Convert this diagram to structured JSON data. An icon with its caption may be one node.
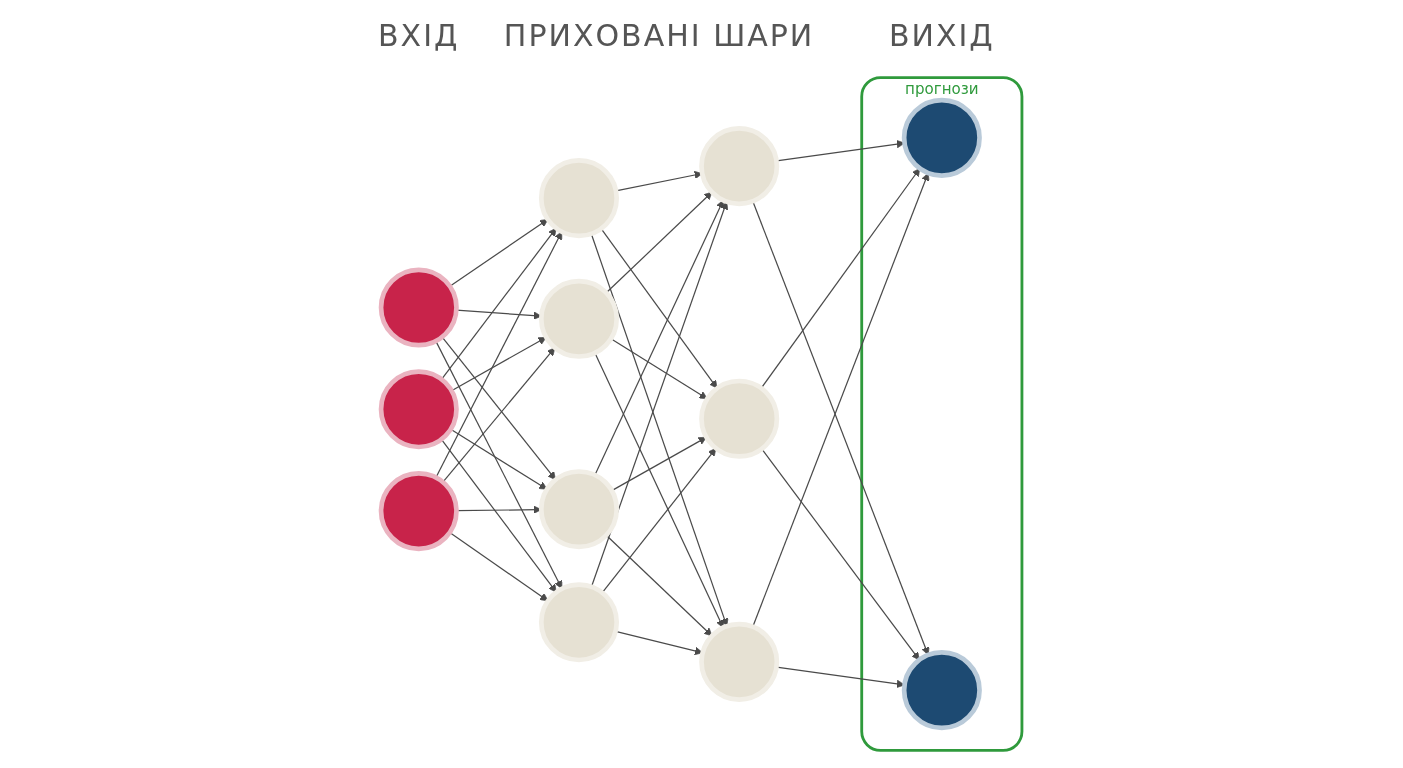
{
  "diagram": {
    "nodes": [
      {
        "text": [],
        "shape": "circle"
      },
      {
        "text": [],
        "shape": "circle"
      },
      {
        "text": [],
        "shape": "circle"
      },
      {
        "text": [],
        "shape": "circle"
      },
      {
        "text": [],
        "shape": "circle"
      },
      {
        "text": [],
        "shape": "circle"
      },
      {
        "text": [],
        "shape": "circle"
      },
      {
        "text": [],
        "shape": "circle"
      },
      {
        "text": [],
        "shape": "circle"
      },
      {
        "text": [],
        "shape": "circle"
      },
      {
        "text": [
          "прогнози"
        ]
      },
      {
        "text": [],
        "shape": "circle",
        "in": 10
      },
      {
        "text": [],
        "shape": "circle",
        "in": 10
      }
    ],
    "edges": [
      {
        "from": 0,
        "to": 3,
        "arrow": "to"
      },
      {
        "from": 0,
        "to": 4,
        "arrow": "to"
      },
      {
        "from": 0,
        "to": 5,
        "arrow": "to"
      },
      {
        "from": 0,
        "to": 6,
        "arrow": "to"
      },
      {
        "from": 1,
        "to": 3,
        "arrow": "to"
      },
      {
        "from": 1,
        "to": 4,
        "arrow": "to"
      },
      {
        "from": 1,
        "to": 5,
        "arrow": "to"
      },
      {
        "from": 1,
        "to": 6,
        "arrow": "to"
      },
      {
        "from": 2,
        "to": 3,
        "arrow": "to"
      },
      {
        "from": 2,
        "to": 4,
        "arrow": "to"
      },
      {
        "from": 2,
        "to": 5,
        "arrow": "to"
      },
      {
        "from": 2,
        "to": 6,
        "arrow": "to"
      },
      {
        "from": 3,
        "to": 7,
        "arrow": "to"
      },
      {
        "from": 3,
        "to": 8,
        "arrow": "to"
      },
      {
        "from": 3,
        "to": 9,
        "arrow": "to"
      },
      {
        "from": 4,
        "to": 7,
        "arrow": "to"
      },
      {
        "from": 4,
        "to": 8,
        "arrow": "to"
      },
      {
        "from": 4,
        "to": 9,
        "arrow": "to"
      },
      {
        "from": 5,
        "to": 7,
        "arrow": "to"
      },
      {
        "from": 5,
        "to": 8,
        "arrow": "to"
      },
      {
        "from": 5,
        "to": 9,
        "arrow": "to"
      },
      {
        "from": 6,
        "to": 7,
        "arrow": "to"
      },
      {
        "from": 6,
        "to": 8,
        "arrow": "to"
      },
      {
        "from": 6,
        "to": 9,
        "arrow": "to"
      },
      {
        "from": 7,
        "to": 11,
        "arrow": "to"
      },
      {
        "from": 7,
        "to": 12,
        "arrow": "to"
      },
      {
        "from": 8,
        "to": 11,
        "arrow": "to"
      },
      {
        "from": 8,
        "to": 12,
        "arrow": "to"
      },
      {
        "from": 9,
        "to": 11,
        "arrow": "to"
      },
      {
        "from": 9,
        "to": 12,
        "arrow": "to"
      }
    ],
    "labels": [
      "ВХІД",
      "ПРИХОВАНІ ШАРИ",
      "ВИХІД"
    ]
  }
}
